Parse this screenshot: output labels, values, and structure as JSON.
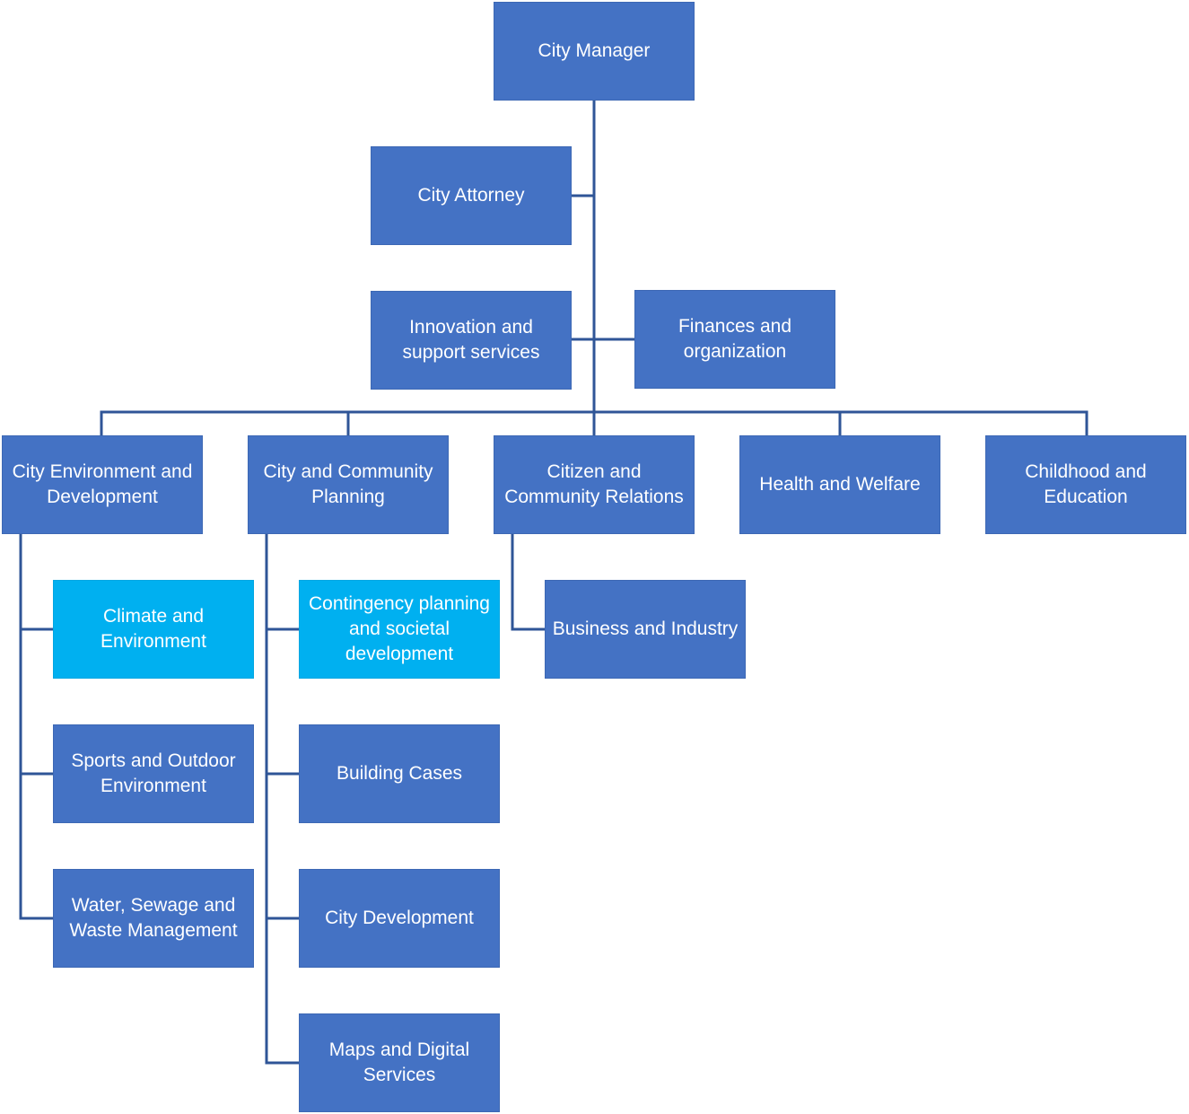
{
  "colors": {
    "node_primary": "#4472c4",
    "node_highlight": "#00b0f0",
    "connector": "#2f5597"
  },
  "nodes": {
    "city_manager": "City Manager",
    "city_attorney": "City Attorney",
    "innovation_support": "Innovation and\nsupport services",
    "finances_organization": "Finances and\norganization",
    "city_environment_development": "City Environment and\nDevelopment",
    "city_community_planning": "City and Community\nPlanning",
    "citizen_community_relations": "Citizen and\nCommunity Relations",
    "health_welfare": "Health and Welfare",
    "childhood_education": "Childhood and\nEducation",
    "climate_environment": "Climate and\nEnvironment",
    "sports_outdoor": "Sports and Outdoor\nEnvironment",
    "water_sewage_waste": "Water, Sewage and\nWaste Management",
    "contingency_planning": "Contingency planning\nand societal\ndevelopment",
    "building_cases": "Building Cases",
    "city_development": "City Development",
    "maps_digital": "Maps and Digital\nServices",
    "business_industry": "Business and Industry"
  }
}
